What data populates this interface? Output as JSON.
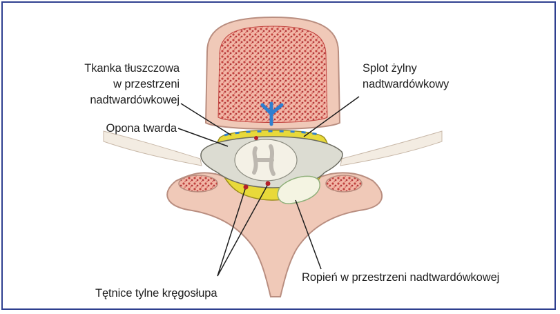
{
  "diagram": {
    "colors": {
      "frame": "#2e3f8f",
      "bone": "#f0c9b8",
      "bone_edge": "#b98e80",
      "marrow": "#c2433f",
      "fat": "#e8d93a",
      "vein": "#2f7fd0",
      "artery": "#b3202a",
      "dura": "#cfcfc4",
      "abscess": "#f2f2dc"
    },
    "labels": {
      "fat_tissue": [
        "Tkanka tłuszczowa",
        "w przestrzeni",
        "nadtwardówkowej"
      ],
      "dura_mater": "Opona twarda",
      "venous_plexus": [
        "Splot żylny",
        "nadtwardówkowy"
      ],
      "abscess": "Ropień w przestrzeni nadtwardówkowej",
      "posterior_arteries": "Tętnice tylne kręgosłupa"
    }
  }
}
